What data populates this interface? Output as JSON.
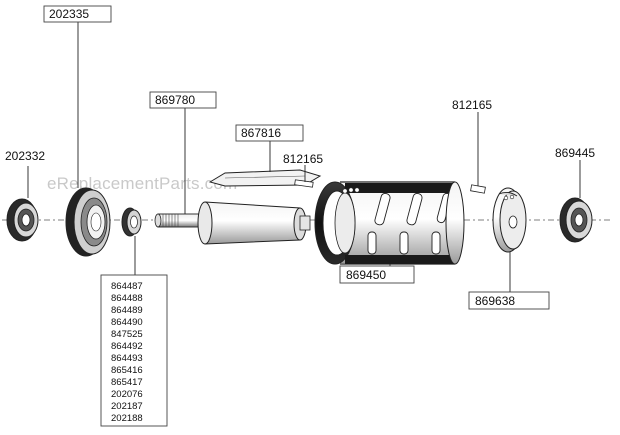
{
  "watermark": "eReplacementParts.com",
  "callouts": {
    "p202335": "202335",
    "p202332": "202332",
    "p869780": "869780",
    "p867816": "867816",
    "p812165a": "812165",
    "p812165b": "812165",
    "p869445": "869445",
    "p869450": "869450",
    "p869638": "869638"
  },
  "kit_parts": [
    "864487",
    "864488",
    "864489",
    "864490",
    "847525",
    "864492",
    "864493",
    "865416",
    "865417",
    "202076",
    "202187",
    "202188"
  ]
}
